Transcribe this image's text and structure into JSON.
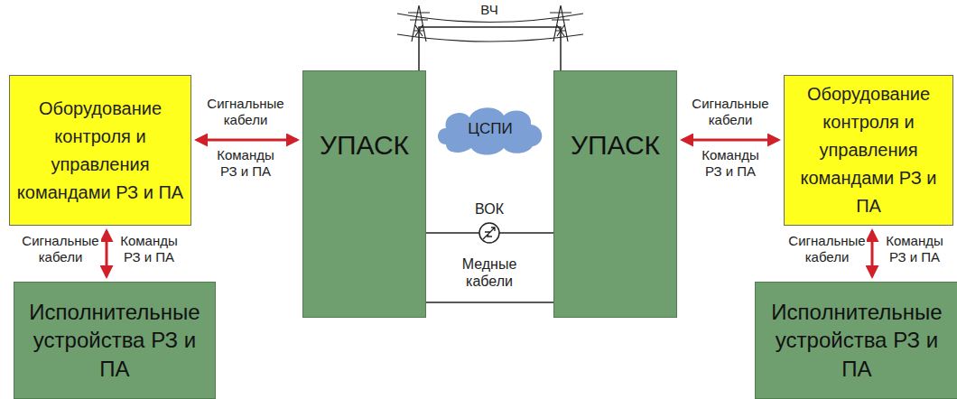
{
  "diagram": {
    "nodes": [
      {
        "text": [
          "Оборудование контроля и управления командами РЗ и ПА"
        ]
      },
      {
        "text": [
          "УПАСК"
        ]
      },
      {
        "text": [
          "ЦСПИ"
        ]
      },
      {
        "text": [
          "УПАСК"
        ]
      },
      {
        "text": [
          "Оборудование контроля и управления командами РЗ и ПА"
        ]
      },
      {
        "text": [
          "Исполнительные устройства РЗ и ПА"
        ]
      },
      {
        "text": [
          "Исполнительные устройства РЗ и ПА"
        ]
      }
    ],
    "edges": [
      {
        "from": 0,
        "to": 1,
        "arrow": "both",
        "label": "Сигнальные кабели"
      },
      {
        "from": 3,
        "to": 4,
        "arrow": "both",
        "label": "Сигнальные кабели"
      },
      {
        "from": 0,
        "to": 5,
        "arrow": "both",
        "label": "Сигнальные кабели"
      },
      {
        "from": 4,
        "to": 6,
        "arrow": "both",
        "label": "Сигнальные кабели"
      },
      {
        "from": 1,
        "to": 3,
        "arrow": "none",
        "label": "ВОК"
      },
      {
        "from": 1,
        "to": 3,
        "arrow": "none",
        "label": "Медные кабели"
      },
      {
        "from": 1,
        "to": 3,
        "arrow": "none",
        "label": "ВЧ"
      }
    ],
    "labels": [
      "Команды РЗ и ПА",
      "Команды РЗ и ПА",
      "Команды РЗ и ПА",
      "Команды РЗ и ПА"
    ]
  }
}
